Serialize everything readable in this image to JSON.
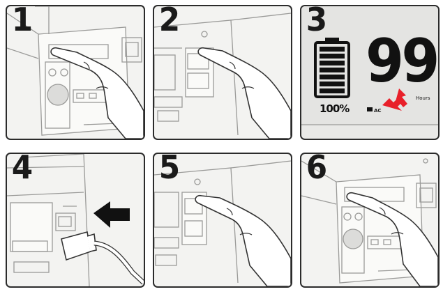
{
  "steps": [
    {
      "number": "1"
    },
    {
      "number": "2"
    },
    {
      "number": "3"
    },
    {
      "number": "4"
    },
    {
      "number": "5"
    },
    {
      "number": "6"
    }
  ],
  "display": {
    "hours_value": "99",
    "hours_label": "Hours",
    "battery_percent": "100%",
    "ac_label": "AC",
    "battery_level": 1.0
  },
  "colors": {
    "border": "#2b2b2b",
    "arrow_red": "#e8202a",
    "arrow_black": "#111111"
  },
  "icons": [
    "hand-pointing-icon",
    "battery-icon",
    "red-arrow-icon",
    "black-arrow-icon",
    "power-plug-icon"
  ]
}
